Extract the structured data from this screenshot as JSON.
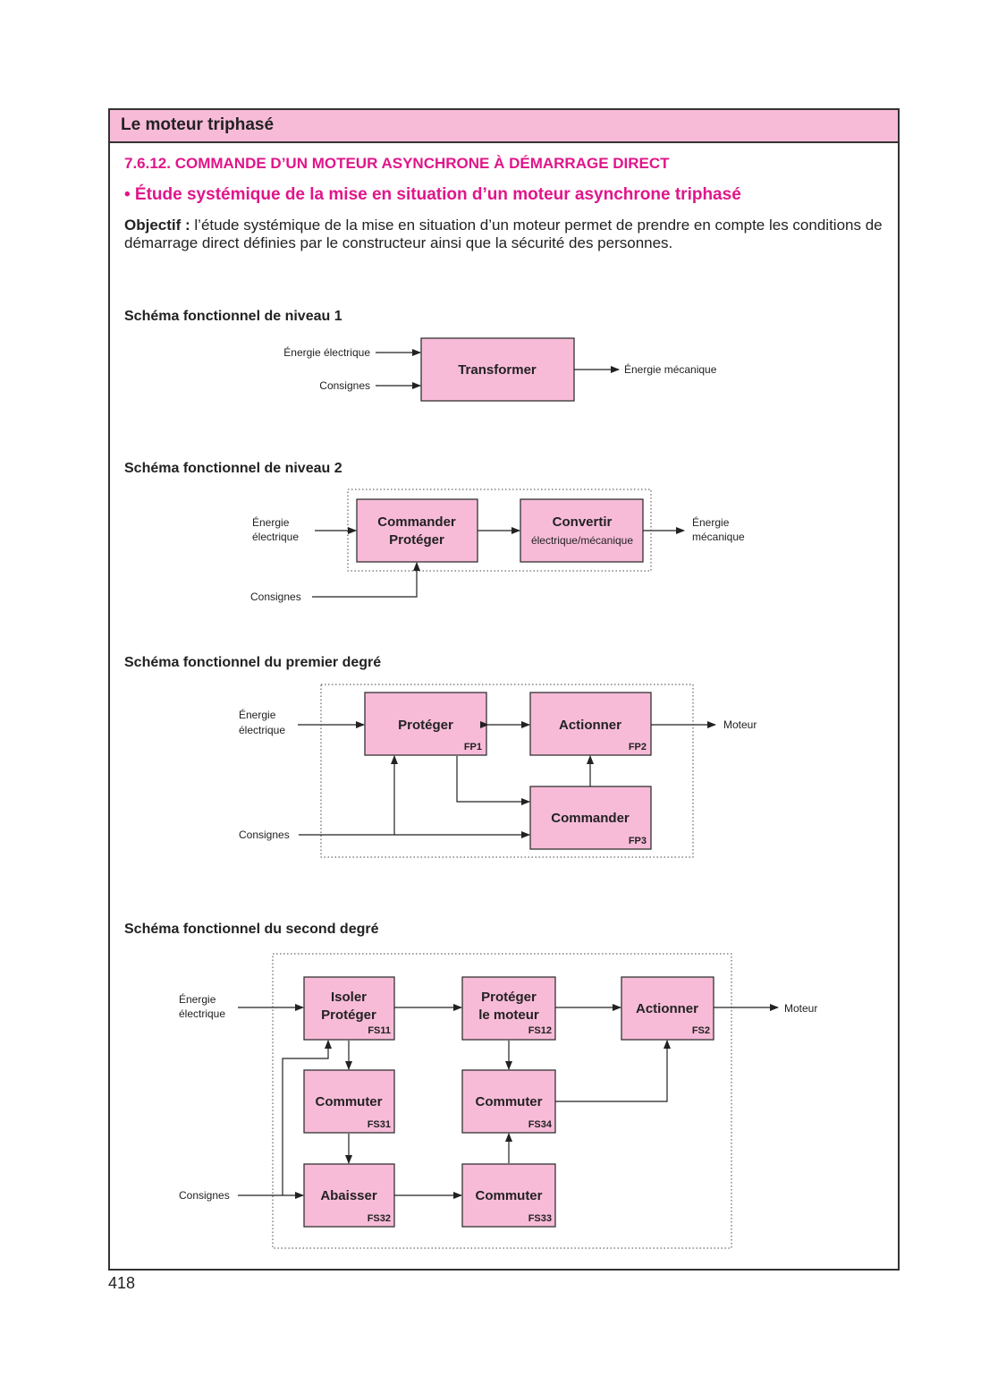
{
  "header": {
    "title": "Le moteur triphasé"
  },
  "section": {
    "number_title": "7.6.12. COMMANDE D’UN MOTEUR ASYNCHRONE À DÉMARRAGE DIRECT",
    "subtitle": "• Étude systémique de la mise en situation d’un moteur asynchrone triphasé",
    "objective_label": "Objectif :",
    "objective_text": " l’étude systémique de la mise en situation d’un moteur permet de prendre en compte les  conditions de démarrage direct définies par le constructeur ainsi que la sécurité des personnes."
  },
  "schema1": {
    "title": "Schéma fonctionnel de niveau 1",
    "input_energy": "Énergie électrique",
    "input_consignes": "Consignes",
    "box": "Transformer",
    "output": "Énergie mécanique"
  },
  "schema2": {
    "title": "Schéma fonctionnel de niveau 2",
    "input_energy_1": "Énergie",
    "input_energy_2": "électrique",
    "box1_line1": "Commander",
    "box1_line2": "Protéger",
    "box2_line1": "Convertir",
    "box2_line2": "électrique/mécanique",
    "output_1": "Énergie",
    "output_2": "mécanique",
    "input_consignes": "Consignes"
  },
  "schema3": {
    "title": "Schéma fonctionnel du premier degré",
    "input_energy_1": "Énergie",
    "input_energy_2": "électrique",
    "input_consignes": "Consignes",
    "output": "Moteur",
    "fp1": {
      "label": "Protéger",
      "code": "FP1"
    },
    "fp2": {
      "label": "Actionner",
      "code": "FP2"
    },
    "fp3": {
      "label": "Commander",
      "code": "FP3"
    }
  },
  "schema4": {
    "title": "Schéma fonctionnel du second degré",
    "input_energy_1": "Énergie",
    "input_energy_2": "électrique",
    "input_consignes": "Consignes",
    "output": "Moteur",
    "fs11": {
      "line1": "Isoler",
      "line2": "Protéger",
      "code": "FS11"
    },
    "fs12": {
      "line1": "Protéger",
      "line2": "le moteur",
      "code": "FS12"
    },
    "fs2": {
      "label": "Actionner",
      "code": "FS2"
    },
    "fs31": {
      "label": "Commuter",
      "code": "FS31"
    },
    "fs34": {
      "label": "Commuter",
      "code": "FS34"
    },
    "fs32": {
      "label": "Abaisser",
      "code": "FS32"
    },
    "fs33": {
      "label": "Commuter",
      "code": "FS33"
    }
  },
  "page_number": "418",
  "colors": {
    "accent": "#e0168a",
    "box_fill": "#f7bbd8",
    "text": "#222222"
  }
}
